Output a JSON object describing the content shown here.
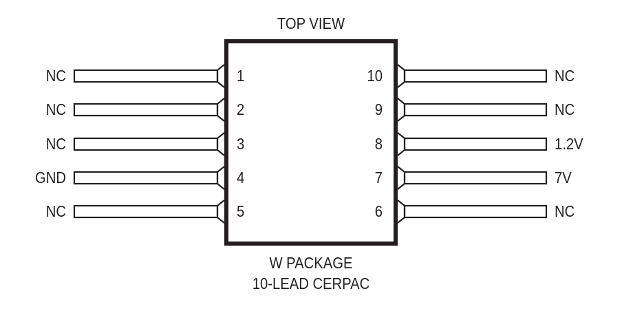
{
  "title": "TOP VIEW",
  "package_name": "W PACKAGE",
  "package_desc": "10-LEAD CERPAC",
  "left_pins": [
    {
      "number": "1",
      "signal": "NC"
    },
    {
      "number": "2",
      "signal": "NC"
    },
    {
      "number": "3",
      "signal": "NC"
    },
    {
      "number": "4",
      "signal": "GND"
    },
    {
      "number": "5",
      "signal": "NC"
    }
  ],
  "right_pins": [
    {
      "number": "10",
      "signal": "NC"
    },
    {
      "number": "9",
      "signal": "NC"
    },
    {
      "number": "8",
      "signal": "1.2V"
    },
    {
      "number": "7",
      "signal": "7V"
    },
    {
      "number": "6",
      "signal": "NC"
    }
  ],
  "colors": {
    "ink": "#231f20"
  }
}
